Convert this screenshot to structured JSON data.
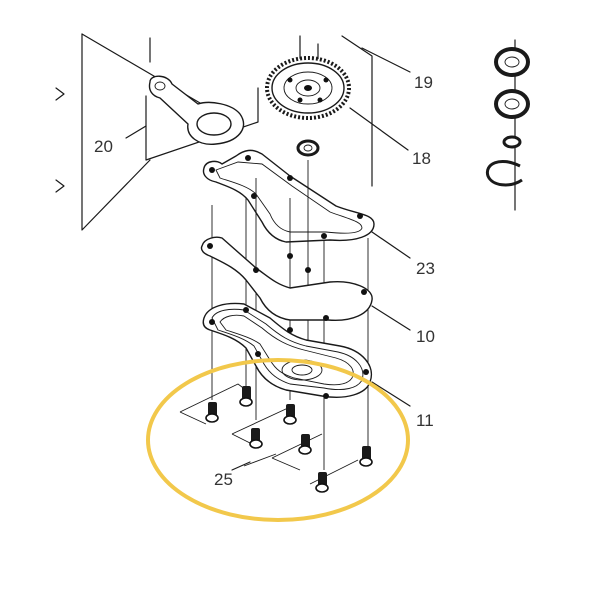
{
  "labels": {
    "p19": "19",
    "p18": "18",
    "p20": "20",
    "p23": "23",
    "p10": "10",
    "p11": "11",
    "p25": "25"
  },
  "colors": {
    "highlight_ellipse": "#f2c84b",
    "line": "#1a1a1a",
    "label_text": "#333333"
  }
}
